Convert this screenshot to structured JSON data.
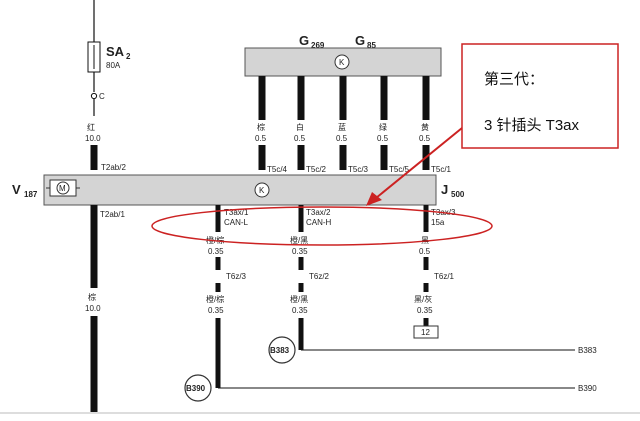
{
  "fuse": {
    "name": "SA",
    "sub": "2",
    "rating": "80A",
    "node": "C"
  },
  "wire_fuse": {
    "color": "红",
    "size": "10.0",
    "pin": "T2ab/2"
  },
  "module": {
    "name": "V",
    "sub": "187",
    "motor": "M",
    "j_name": "J",
    "j_sub": "500",
    "k": "K"
  },
  "sensor_block": {
    "g1": "G",
    "g1_sub": "269",
    "g2": "G",
    "g2_sub": "85",
    "k": "K"
  },
  "top_wires": [
    {
      "color": "棕",
      "size": "0.5",
      "pin": "T5c/4"
    },
    {
      "color": "白",
      "size": "0.5",
      "pin": "T5c/2"
    },
    {
      "color": "蓝",
      "size": "0.5",
      "pin": "T5c/3"
    },
    {
      "color": "绿",
      "size": "0.5",
      "pin": "T5c/5"
    },
    {
      "color": "黄",
      "size": "0.5",
      "pin": "T5c/1"
    }
  ],
  "left_bottom": {
    "pin": "T2ab/1",
    "color": "棕",
    "size": "10.0"
  },
  "t3ax": [
    {
      "pin": "T3ax/1",
      "name": "CAN-L",
      "color": "橙/棕",
      "size": "0.35",
      "t6z": "T6z/3",
      "color2": "橙/棕",
      "size2": "0.35"
    },
    {
      "pin": "T3ax/2",
      "name": "CAN-H",
      "color": "橙/黑",
      "size": "0.35",
      "t6z": "T6z/2",
      "color2": "橙/黑",
      "size2": "0.35"
    },
    {
      "pin": "T3ax/3",
      "name": "15a",
      "color": "黑",
      "size": "0.5",
      "t6z": "T6z/1",
      "color2": "黑/灰",
      "size2": "0.35",
      "box": "12"
    }
  ],
  "ground": [
    {
      "label": "B383",
      "right": "B383"
    },
    {
      "label": "B390",
      "right": "B390"
    }
  ],
  "callout": {
    "line1": "第三代：",
    "line2": "3 针插头 T3ax"
  },
  "colors": {
    "accent": "#cc2222",
    "wire": "#111111",
    "box": "#d4d4d4"
  }
}
